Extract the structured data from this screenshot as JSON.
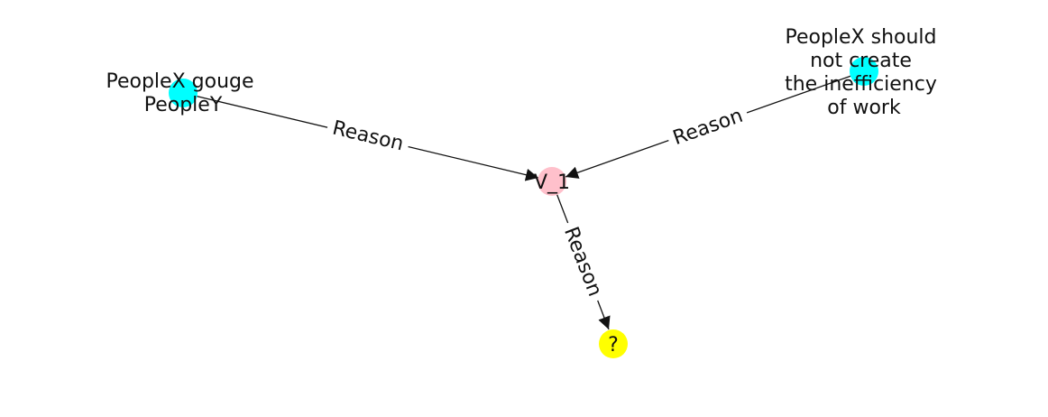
{
  "graph": {
    "nodes": [
      {
        "id": "n1",
        "lines": [
          "PeopleX gouge",
          "PeopleY"
        ],
        "color": "#00ffff"
      },
      {
        "id": "n2",
        "lines": [
          "PeopleX should",
          "not create",
          "the inefficiency",
          "of work"
        ],
        "color": "#00ffff"
      },
      {
        "id": "v1",
        "lines": [
          "V_1"
        ],
        "color": "#ffc0cb"
      },
      {
        "id": "q",
        "lines": [
          "?"
        ],
        "color": "#ffff00"
      }
    ],
    "edges": [
      {
        "id": "e1",
        "from": "n1",
        "to": "v1",
        "label": "Reason"
      },
      {
        "id": "e2",
        "from": "n2",
        "to": "v1",
        "label": "Reason"
      },
      {
        "id": "e3",
        "from": "v1",
        "to": "q",
        "label": "Reason"
      }
    ]
  }
}
